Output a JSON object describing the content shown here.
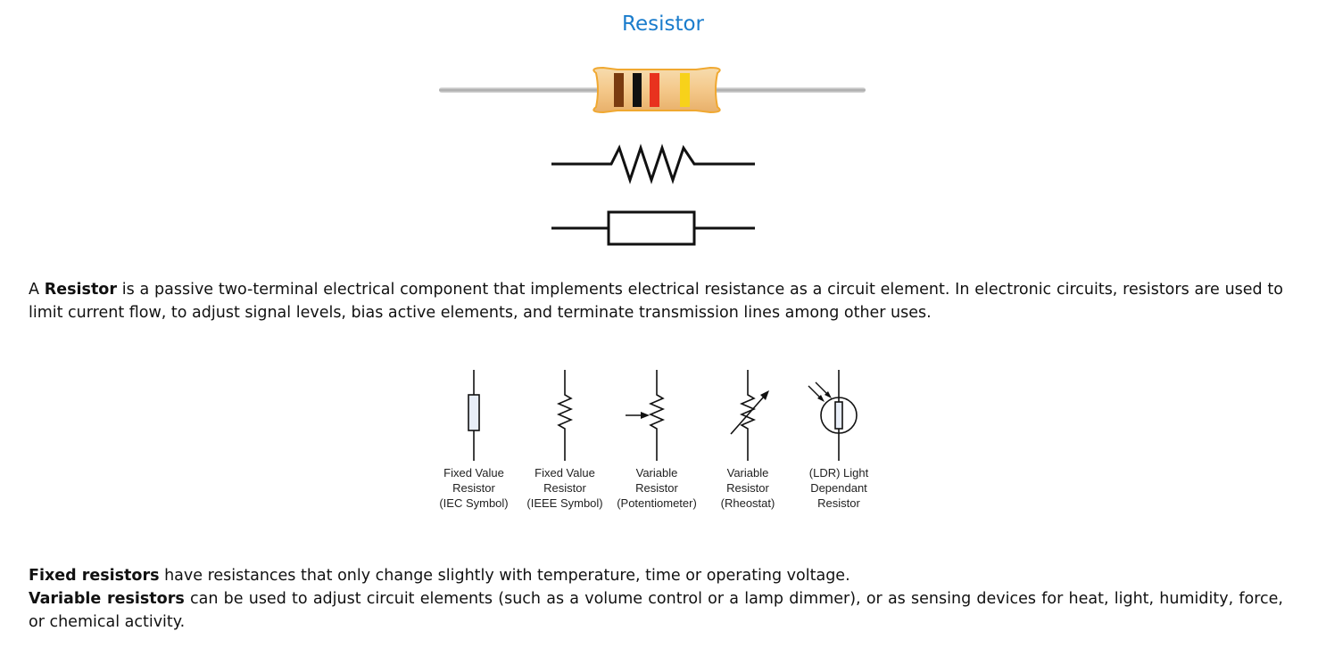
{
  "page": {
    "title": "Resistor"
  },
  "intro": {
    "lead": "A ",
    "term": "Resistor",
    "rest": " is a passive two-terminal electrical component that implements electrical resistance as a circuit element. In electronic circuits, resistors are used to limit current flow, to adjust signal levels, bias active elements, and terminate transmission lines among other uses."
  },
  "symbols": [
    {
      "icon": "iec-resistor-icon",
      "caption": [
        "Fixed Value",
        "Resistor",
        "(IEC Symbol)"
      ]
    },
    {
      "icon": "ieee-resistor-icon",
      "caption": [
        "Fixed Value",
        "Resistor",
        "(IEEE Symbol)"
      ]
    },
    {
      "icon": "potentiometer-icon",
      "caption": [
        "Variable",
        "Resistor",
        "(Potentiometer)"
      ]
    },
    {
      "icon": "rheostat-icon",
      "caption": [
        "Variable",
        "Resistor",
        "(Rheostat)"
      ]
    },
    {
      "icon": "ldr-icon",
      "caption": [
        "(LDR) Light",
        "Dependant",
        "Resistor"
      ]
    }
  ],
  "fixed": {
    "term": "Fixed resistors",
    "rest": " have resistances that only change slightly with temperature, time or operating voltage."
  },
  "variable": {
    "term": "Variable resistors",
    "rest": " can be used to adjust circuit elements (such as a volume control or a lamp dimmer), or as sensing devices for heat, light, humidity, force, or chemical activity."
  },
  "colors": {
    "title": "#1a7ccc",
    "resistor_body": "#f4c88a",
    "band_brown": "#7a3b10",
    "band_black": "#111111",
    "band_red": "#e8321e",
    "band_gold": "#f7d21a"
  }
}
